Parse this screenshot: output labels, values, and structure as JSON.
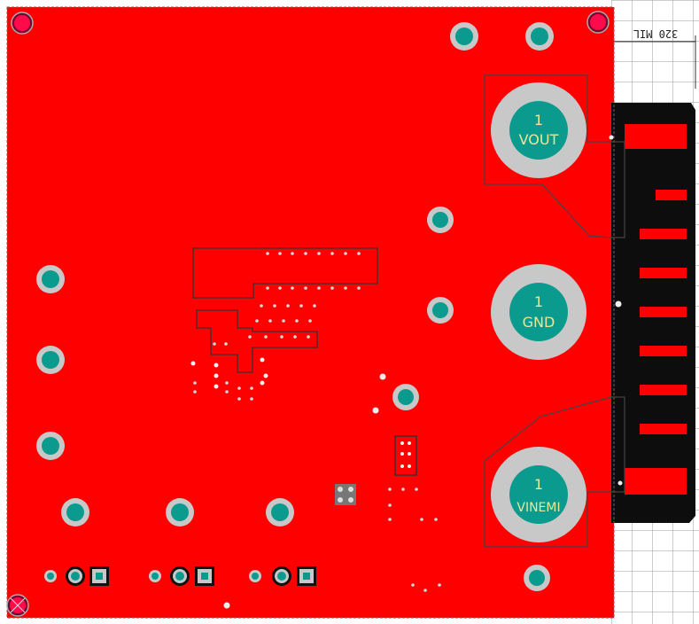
{
  "board": {
    "colors": {
      "copper": "#ff0000",
      "pad_ring": "#c8c8c8",
      "pad_center": "#0a9a8e",
      "outline": "#555555",
      "keepout": "#111111",
      "grid": "#888888",
      "via": "#d9d9d9"
    },
    "ruler_label": "320 MIL",
    "terminals": [
      {
        "pin": "1",
        "net": "VOUT"
      },
      {
        "pin": "1",
        "net": "GND"
      },
      {
        "pin": "1",
        "net": "VINEMI"
      }
    ],
    "mounting_holes": [
      "mount-hole-top-left",
      "mount-hole-top-right",
      "mount-hole-bottom-left"
    ]
  }
}
